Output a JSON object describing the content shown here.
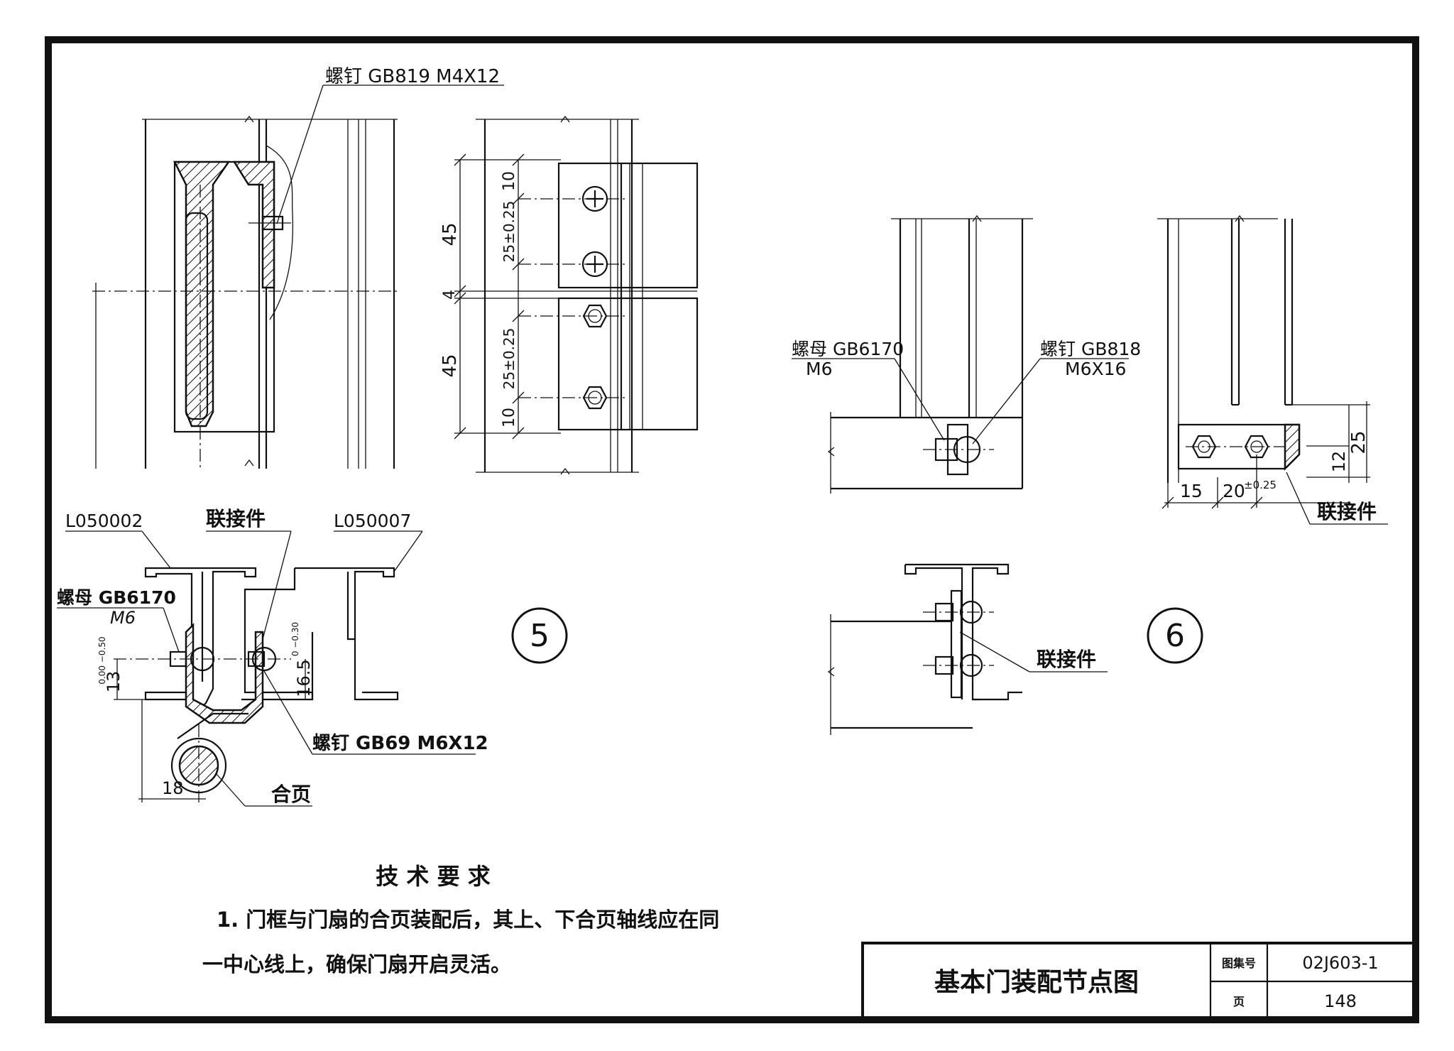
{
  "detail5": {
    "label_screw_top": "螺钉 GB819 M4X12",
    "dim_45_top": "45",
    "dim_25_top": "25±0.25",
    "dim_10_top": "10",
    "dim_4": "4",
    "dim_45_bottom": "45",
    "dim_25_bottom": "25±0.25",
    "dim_10_bottom": "10",
    "profile_left": "L050002",
    "connector": "联接件",
    "profile_right": "L050007",
    "nut": "螺母 GB6170",
    "nut_size": "M6",
    "dim_13": "13",
    "dim_13_tol": "0.00 −0.50",
    "dim_16_5": "16.5",
    "dim_16_5_tol": "0 −0.30",
    "screw_bottom": "螺钉 GB69 M6X12",
    "dim_18": "18",
    "hinge": "合页",
    "number": "5"
  },
  "detail6": {
    "nut": "螺母 GB6170",
    "nut_size": "M6",
    "screw": "螺钉 GB818",
    "screw_size": "M6X16",
    "dim_25": "25",
    "dim_12": "12",
    "dim_15": "15",
    "dim_20": "20",
    "dim_20_tol": "±0.25",
    "connector_top": "联接件",
    "connector_bottom": "联接件",
    "number": "6"
  },
  "requirements": {
    "title": "技 术 要 求",
    "line1": "1. 门框与门扇的合页装配后，其上、下合页轴线应在同",
    "line2": "一中心线上，确保门扇开启灵活。"
  },
  "title_block": {
    "title": "基本门装配节点图",
    "atlas_label": "图集号",
    "atlas_no": "02J603-1",
    "page_label": "页",
    "page_no": "148"
  }
}
